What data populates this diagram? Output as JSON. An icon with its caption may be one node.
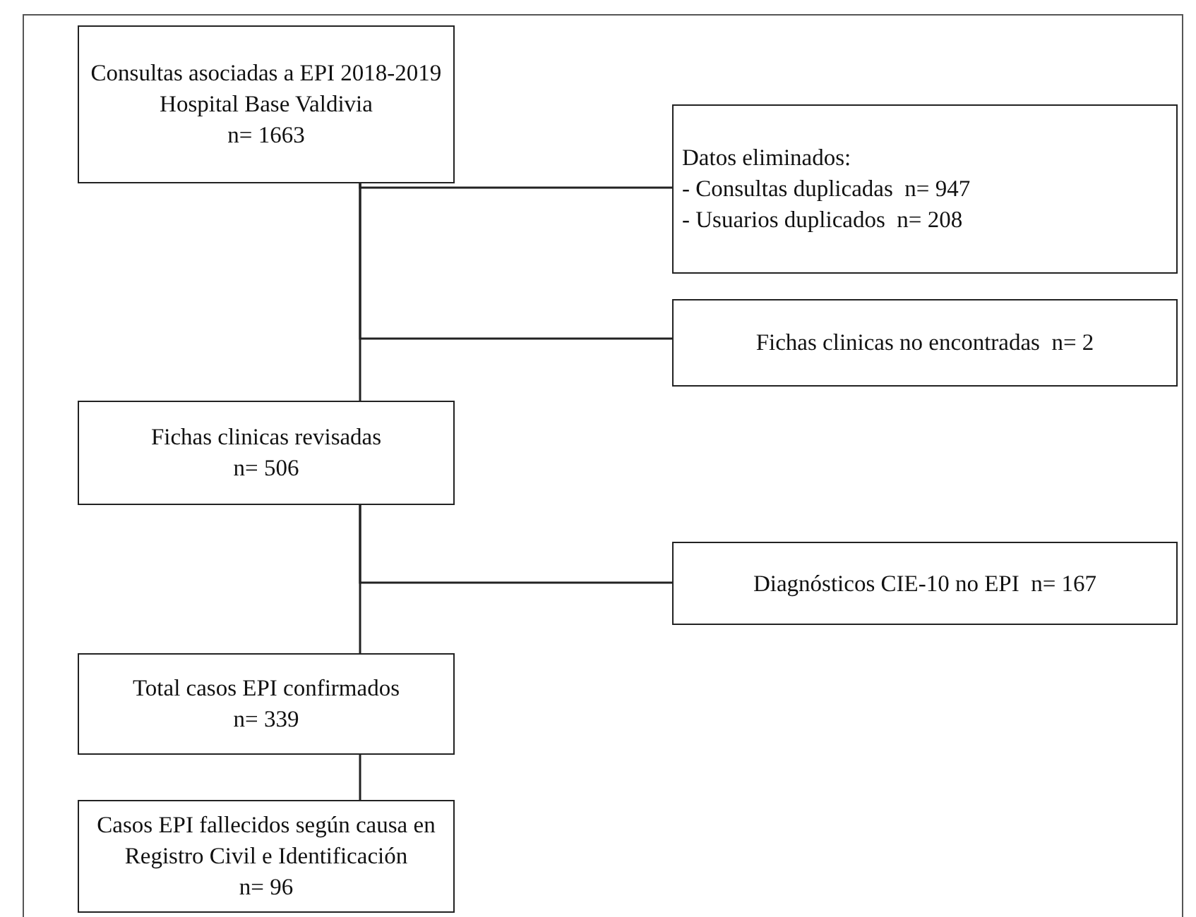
{
  "diagram": {
    "nodes": [
      {
        "text": [
          "Consultas asociadas a EPI 2018-2019 Hospital Base Valdivia",
          "n= 1663"
        ]
      },
      {
        "text": [
          "Datos eliminados:",
          "- Consultas duplicadas  n= 947",
          "- Usuarios duplicados  n= 208"
        ]
      },
      {
        "text": [
          "Fichas clinicas no encontradas  n= 2"
        ]
      },
      {
        "text": [
          "Fichas clinicas revisadas",
          "n= 506"
        ]
      },
      {
        "text": [
          "Diagnósticos CIE-10 no EPI  n= 167"
        ]
      },
      {
        "text": [
          "Total casos EPI confirmados",
          "n= 339"
        ]
      },
      {
        "text": [
          "Casos EPI fallecidos según causa en Registro Civil e Identificación",
          "n= 96"
        ]
      }
    ],
    "edges": [
      {
        "from": 0,
        "to": 3,
        "arrow": "none"
      },
      {
        "from": 0,
        "to": 1,
        "arrow": "none"
      },
      {
        "from": 0,
        "to": 2,
        "arrow": "none"
      },
      {
        "from": 3,
        "to": 4,
        "arrow": "none"
      },
      {
        "from": 3,
        "to": 5,
        "arrow": "none"
      },
      {
        "from": 5,
        "to": 6,
        "arrow": "none"
      }
    ]
  }
}
